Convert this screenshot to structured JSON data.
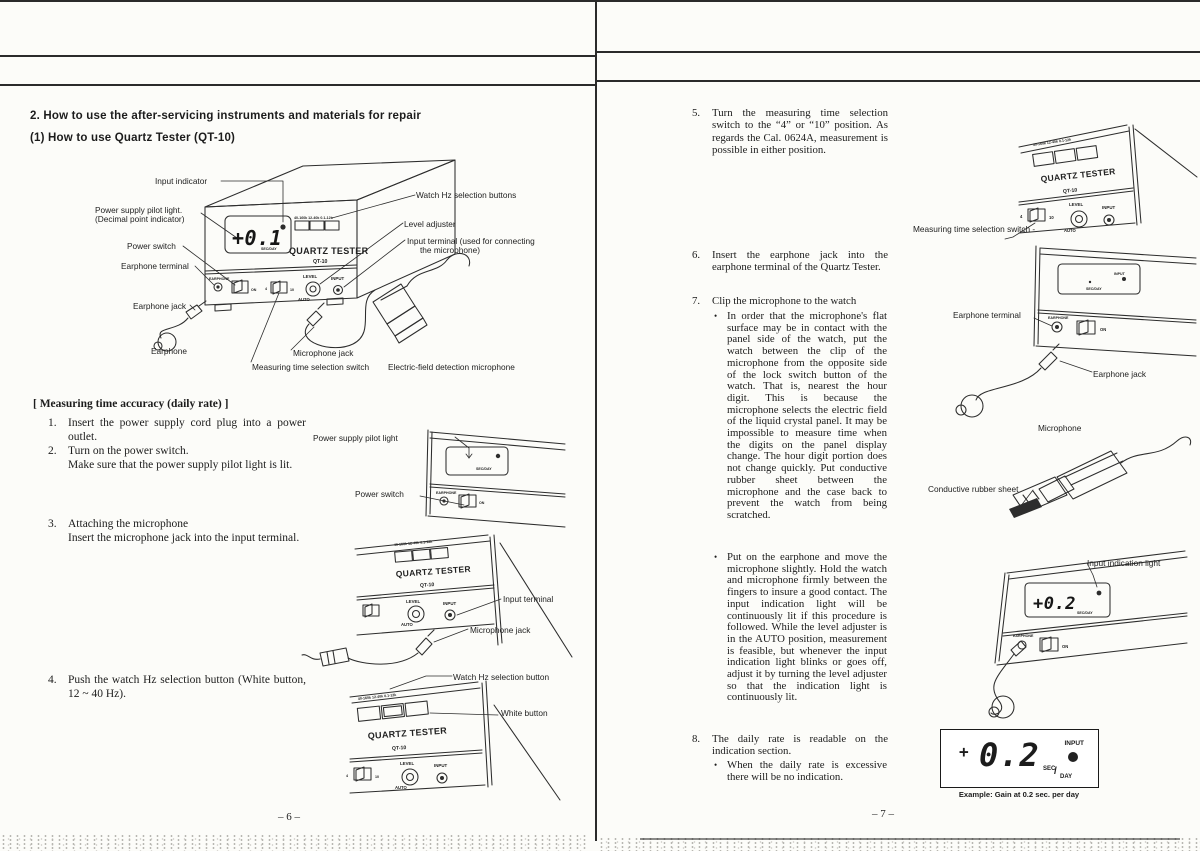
{
  "device": {
    "brand": "QUARTZ TESTER",
    "model": "QT-10",
    "level": "LEVEL",
    "auto": "AUTO",
    "input": "INPUT",
    "earphone": "EARPHONE",
    "on": "ON",
    "sec_day": "SEC/DAY",
    "hz_range": "40-160k 12-40k 0.1-12k",
    "display_01": "+0.1",
    "display_02": "+0.2",
    "pos4": "4",
    "pos10": "10"
  },
  "left_page": {
    "heading": "2.  How to use the after-servicing instruments and materials for repair",
    "subheading": "(1)   How to use Quartz Tester (QT-10)",
    "diagram_labels": {
      "input_indicator": "Input indicator",
      "pilot_light_1": "Power supply pilot light.",
      "pilot_light_2": "(Decimal point indicator)",
      "power_switch": "Power switch",
      "earphone_terminal": "Earphone terminal",
      "earphone_jack": "Earphone jack",
      "earphone": "Earphone",
      "watch_hz_buttons": "Watch Hz selection buttons",
      "level_adjuster": "Level adjuster",
      "input_terminal_1": "Input terminal (used for connecting",
      "input_terminal_2": "the microphone)",
      "microphone_jack": "Microphone jack",
      "mts_switch": "Measuring time selection switch",
      "efd_microphone": "Electric-field detection microphone"
    },
    "section_title": "[ Measuring time accuracy (daily rate) ]",
    "steps": [
      {
        "num": "1.",
        "lines": [
          "Insert the power supply cord plug into a power outlet."
        ]
      },
      {
        "num": "2.",
        "lines": [
          "Turn on the power switch.",
          "Make sure that the power supply pilot light is lit."
        ]
      },
      {
        "num": "3.",
        "lines": [
          "Attaching the microphone",
          "Insert the microphone jack into the input terminal."
        ]
      },
      {
        "num": "4.",
        "lines": [
          "Push the watch Hz selection button (White button, 12 ~ 40 Hz)."
        ]
      }
    ],
    "sub_labels": {
      "pilot_light": "Power supply pilot light",
      "power_switch": "Power switch",
      "input_terminal": "Input terminal",
      "microphone_jack": "Microphone jack",
      "watch_hz_button": "Watch Hz selection button",
      "white_button": "White button"
    },
    "page_number": "– 6 –"
  },
  "right_page": {
    "steps": {
      "s5": {
        "num": "5.",
        "text": "Turn the measuring time selection switch to the “4” or “10” position. As regards the Cal. 0624A, measurement is possible in either position."
      },
      "s6": {
        "num": "6.",
        "text": "Insert the earphone jack into the earphone terminal of the Quartz Tester."
      },
      "s7": {
        "num": "7.",
        "text": "Clip the microphone to the watch",
        "bullet_mark": "•",
        "bullets": [
          "In order that the microphone's flat surface may be in contact with the panel side of the watch, put the watch between the clip of the microphone from the opposite side of the lock switch button of the watch. That is, nearest the hour digit. This is because the microphone selects the electric field of the liquid crystal panel. It may be impossible to measure time when the digits on the panel display change. The hour digit portion does not change quickly. Put conductive rubber sheet between the microphone and the case back to prevent the watch from being scratched.",
          "Put on the earphone and move the microphone slightly. Hold the watch and microphone firmly between the fingers to insure a good contact. The input indication light will be continuously lit if this procedure is followed. While the level adjuster is in the AUTO position, measurement is feasible, but whenever the input indication light blinks or goes off, adjust it by turning the level adjuster so that the indication light is continuously lit."
        ]
      },
      "s8": {
        "num": "8.",
        "text": "The daily rate is readable on the indication section.",
        "bullet_mark": "•",
        "bullet": "When the daily rate is excessive there will be no indication."
      }
    },
    "diagram_labels": {
      "mts_switch": "Measuring time selection switch -",
      "earphone_terminal": "Earphone terminal",
      "earphone_jack": "Earphone jack",
      "microphone": "Microphone",
      "conductive_sheet": "Conductive rubber sheet",
      "input_light": "Input indication light"
    },
    "example": {
      "sign": "+",
      "value": "0.2",
      "input": "INPUT",
      "sec": "SEC",
      "day": "DAY",
      "caption": "Example: Gain at 0.2 sec. per day"
    },
    "page_number": "– 7 –"
  }
}
